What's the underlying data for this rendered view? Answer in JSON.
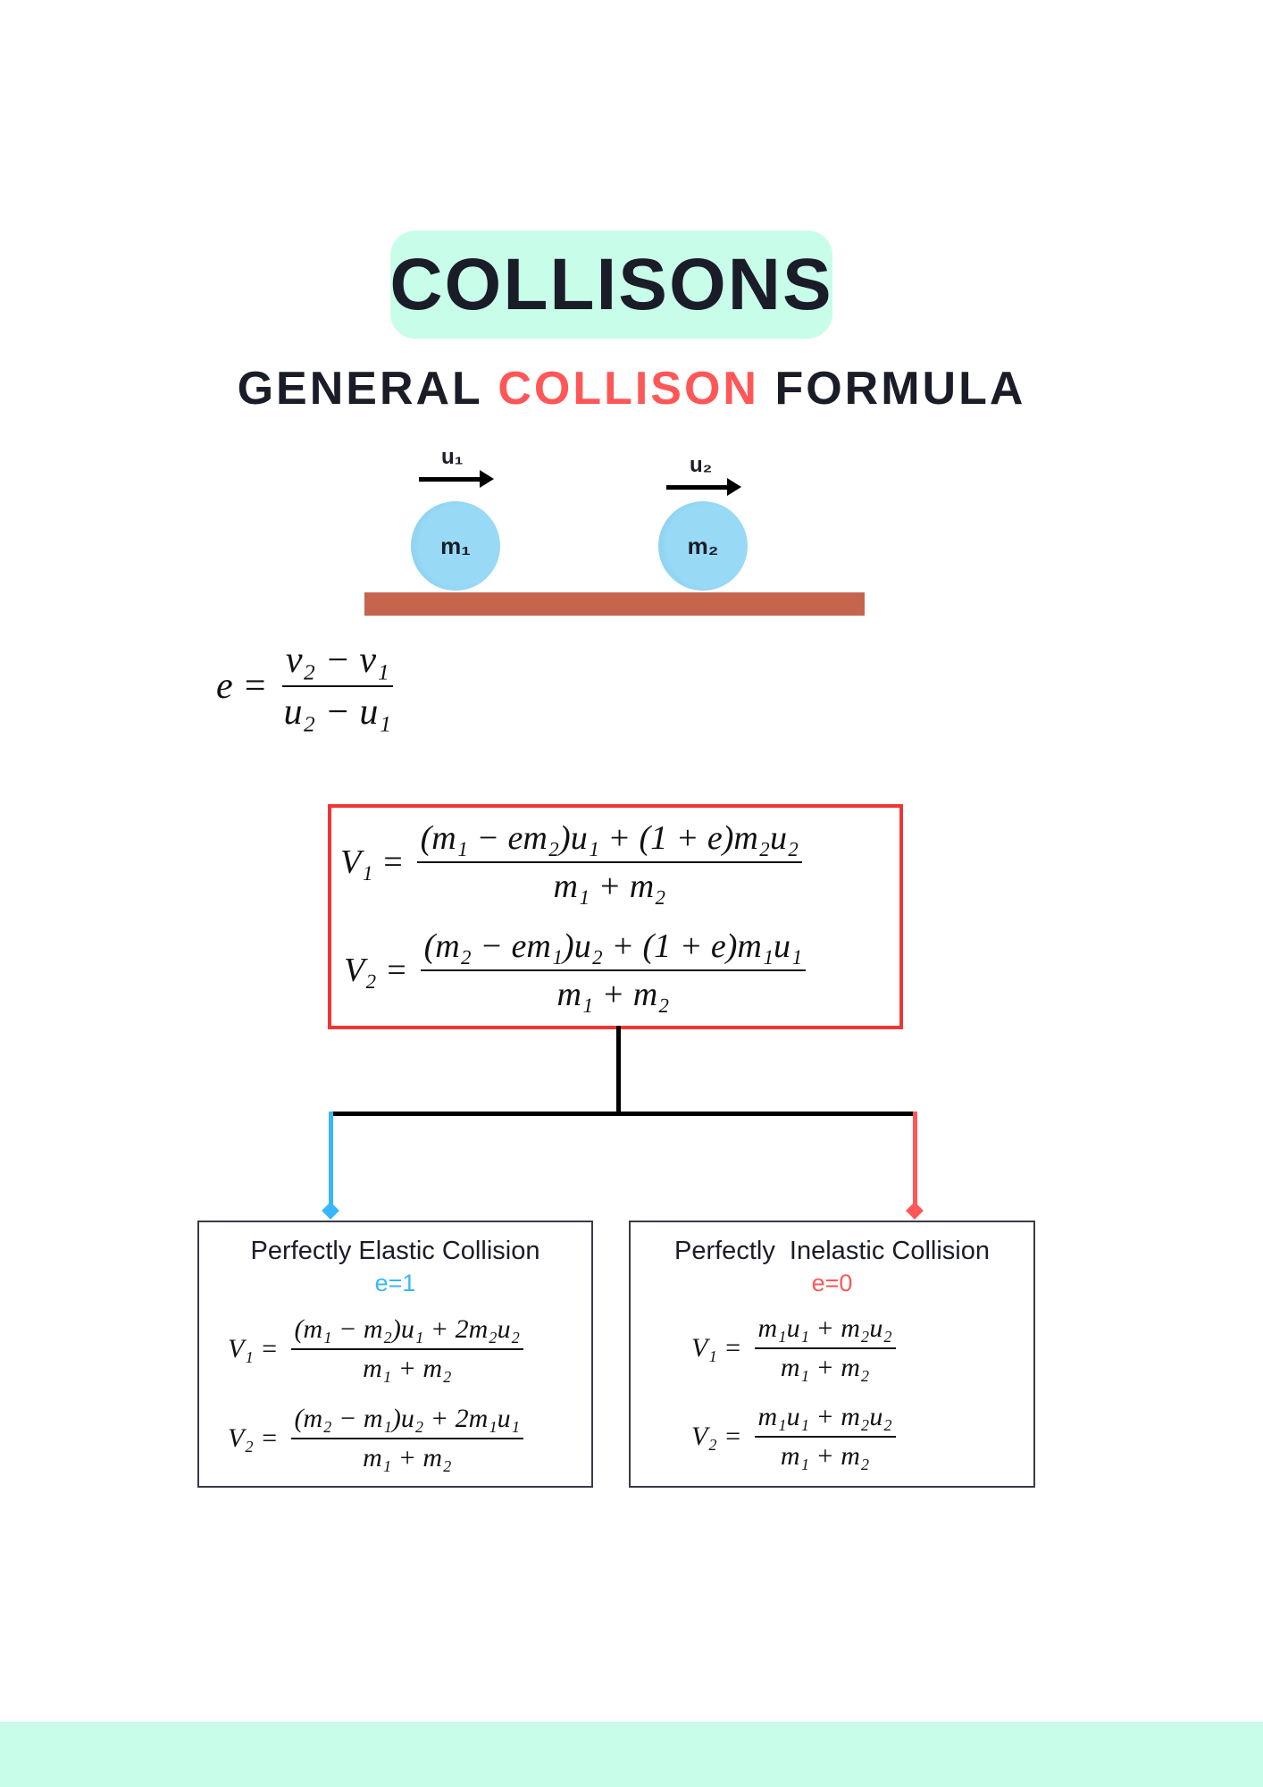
{
  "title": "COLLISONS",
  "subtitle": {
    "part1": "GENERAL",
    "highlight": "COLLISON",
    "part2": "FORMULA"
  },
  "diagram": {
    "ball1": "m₁",
    "ball2": "m₂",
    "velocity1": "u₁",
    "velocity2": "u₂"
  },
  "restitution": {
    "lhs": "e =",
    "num": "v₂ − v₁",
    "den": "u₂ − u₁"
  },
  "general": [
    {
      "lhs": "V₁ =",
      "num": "(m₁ − em₂)u₁ + (1 + e)m₂u₂",
      "den": "m₁ + m₂"
    },
    {
      "lhs": "V₂ =",
      "num": "(m₂ − em₁)u₂ + (1 + e)m₁u₁",
      "den": "m₁ + m₂"
    }
  ],
  "cases": [
    {
      "title": "Perfectly Elastic Collision",
      "e": "e=1",
      "formulas": [
        {
          "lhs": "V₁ =",
          "num": "(m₁ − m₂)u₁ + 2m₂u₂",
          "den": "m₁ + m₂"
        },
        {
          "lhs": "V₂ =",
          "num": "(m₂ − m₁)u₂ + 2m₁u₁",
          "den": "m₁ + m₂"
        }
      ]
    },
    {
      "title": "Perfectly  Inelastic Collision",
      "e": "e=0",
      "formulas": [
        {
          "lhs": "V₁ =",
          "num": "m₁u₁ + m₂u₂",
          "den": "m₁ + m₂"
        },
        {
          "lhs": "V₂ =",
          "num": "m₁u₁ + m₂u₂",
          "den": "m₁ + m₂"
        }
      ]
    }
  ],
  "colors": {
    "accent_red": "#ff5757",
    "accent_blue": "#38b6ff",
    "mint": "#c8fde9",
    "ground": "#c5654d"
  }
}
